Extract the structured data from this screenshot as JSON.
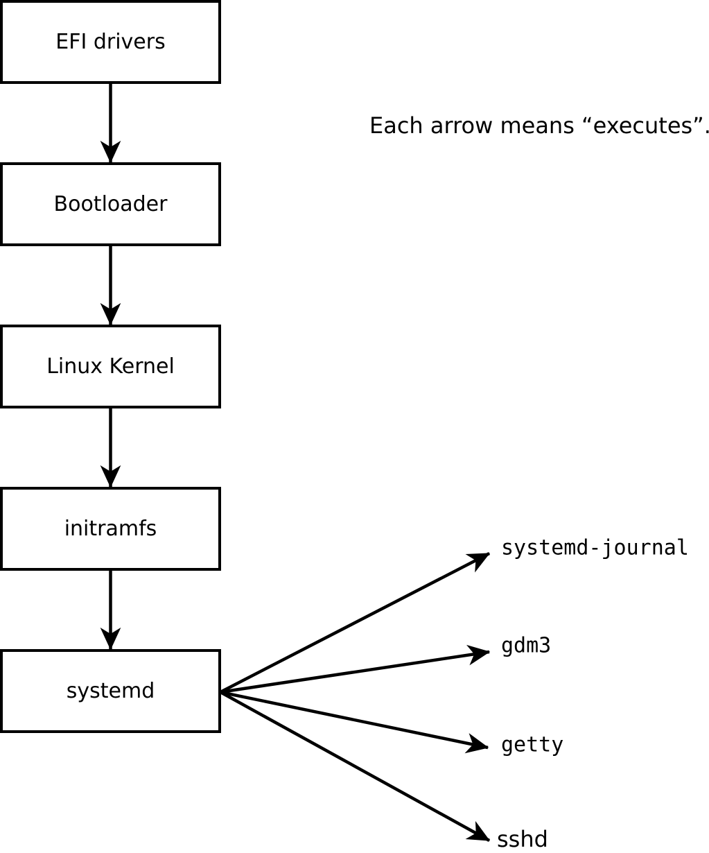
{
  "diagram": {
    "annotation": "Each arrow means “executes”.",
    "edge_meaning": "executes",
    "boot_chain": [
      {
        "label": "EFI drivers"
      },
      {
        "label": "Bootloader"
      },
      {
        "label": "Linux Kernel"
      },
      {
        "label": "initramfs"
      },
      {
        "label": "systemd"
      }
    ],
    "spawned_processes": [
      {
        "label": "systemd-journal"
      },
      {
        "label": "gdm3"
      },
      {
        "label": "getty"
      },
      {
        "label": "sshd"
      }
    ],
    "colors": {
      "stroke": "#000000",
      "box_fill": "#ffffff",
      "text": "#000000",
      "background": "#ffffff"
    }
  }
}
